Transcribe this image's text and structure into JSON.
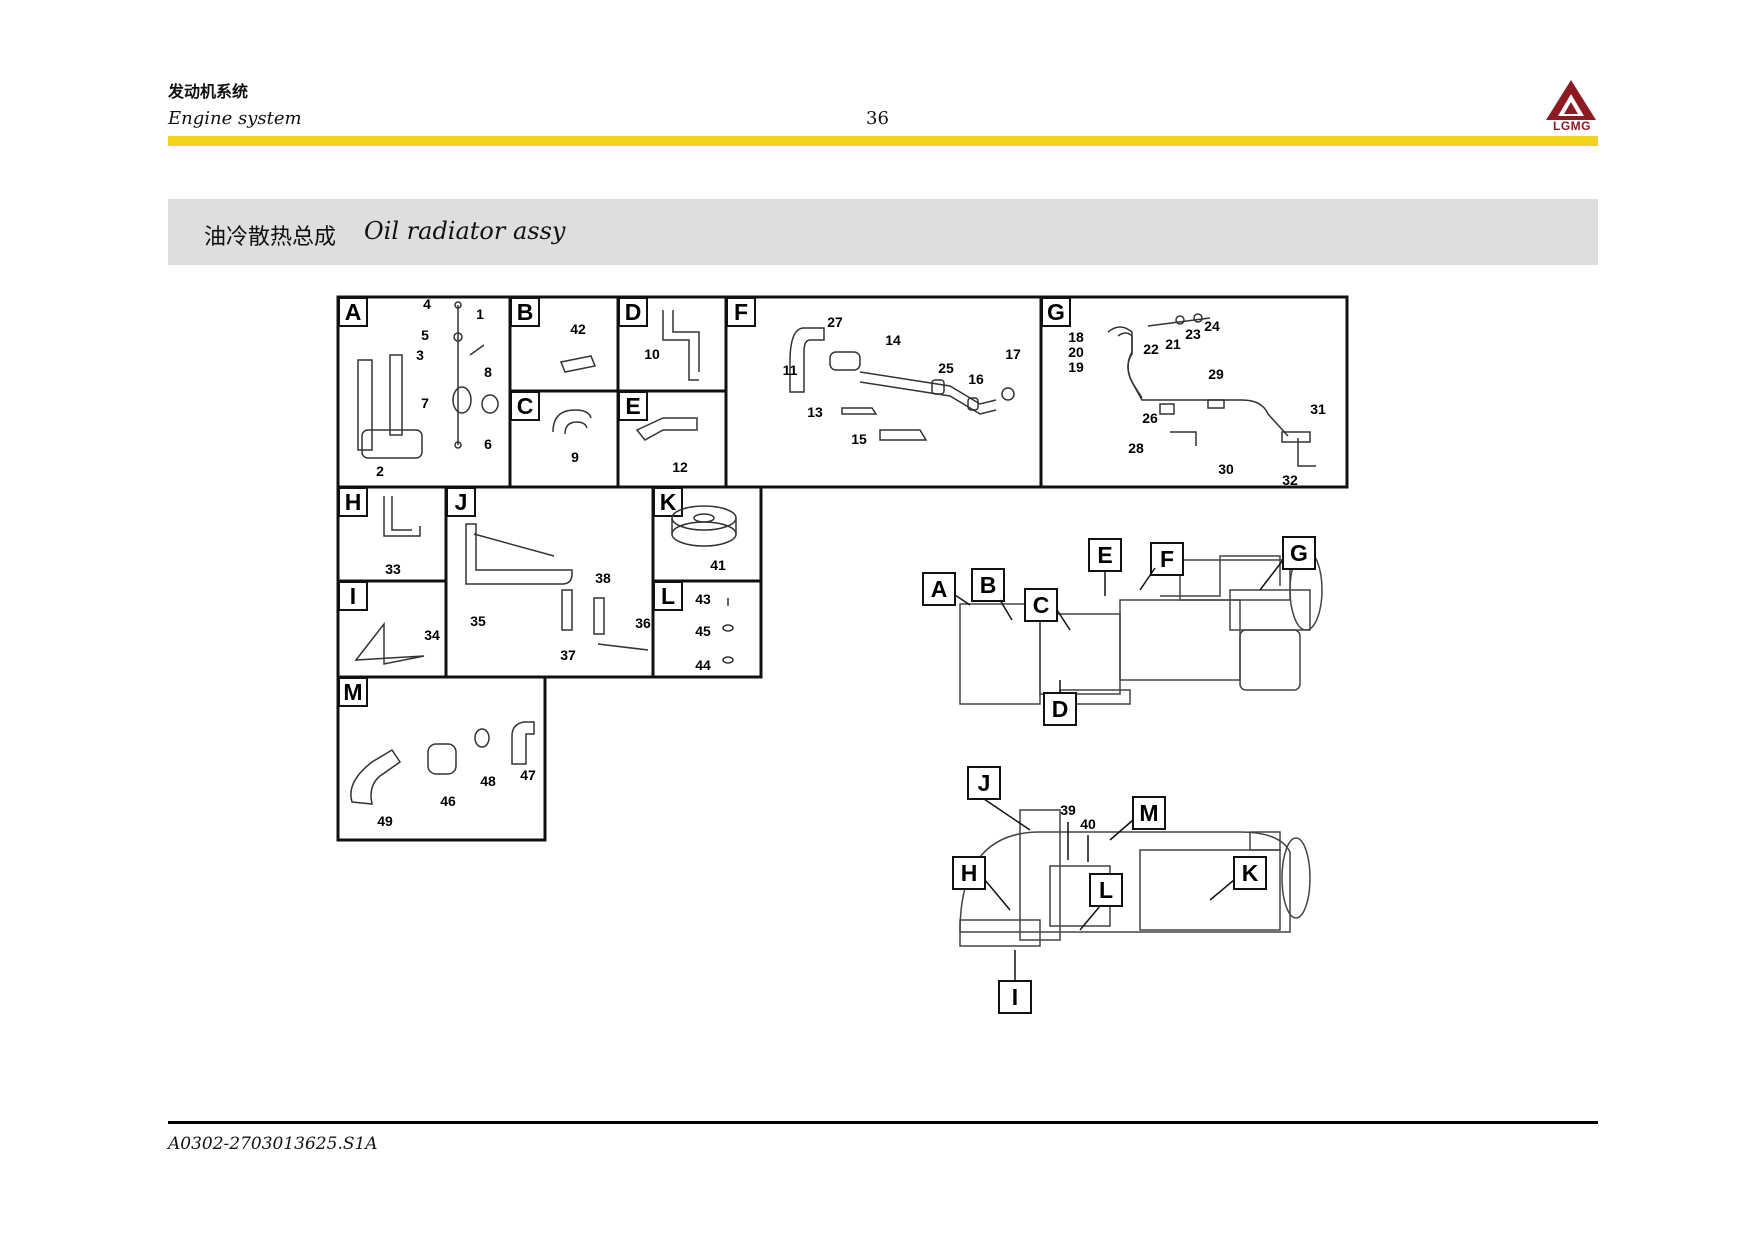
{
  "header": {
    "section_cn": "发动机系统",
    "section_en": "Engine system",
    "page_number": "36",
    "logo_text": "LGMG",
    "brand_color": "#f2d31b",
    "logo_color": "#8d1a22"
  },
  "title": {
    "cn": "油冷散热总成",
    "en": "Oil radiator assy"
  },
  "panels": {
    "A": {
      "label": "A",
      "parts": [
        "4",
        "1",
        "5",
        "3",
        "8",
        "7",
        "6",
        "2"
      ]
    },
    "B": {
      "label": "B",
      "parts": [
        "42"
      ]
    },
    "C": {
      "label": "C",
      "parts": [
        "9"
      ]
    },
    "D": {
      "label": "D",
      "parts": [
        "10"
      ]
    },
    "E": {
      "label": "E",
      "parts": [
        "12"
      ]
    },
    "F": {
      "label": "F",
      "parts": [
        "27",
        "14",
        "11",
        "25",
        "16",
        "17",
        "13",
        "15"
      ]
    },
    "G": {
      "label": "G",
      "parts": [
        "18",
        "20",
        "19",
        "22",
        "21",
        "23",
        "24",
        "29",
        "26",
        "28",
        "30",
        "31",
        "32"
      ]
    },
    "H": {
      "label": "H",
      "parts": [
        "33"
      ]
    },
    "I": {
      "label": "I",
      "parts": [
        "34"
      ]
    },
    "J": {
      "label": "J",
      "parts": [
        "35",
        "38",
        "37",
        "36"
      ]
    },
    "K": {
      "label": "K",
      "parts": [
        "41"
      ]
    },
    "L": {
      "label": "L",
      "parts": [
        "43",
        "45",
        "44"
      ]
    },
    "M": {
      "label": "M",
      "parts": [
        "46",
        "48",
        "47",
        "49"
      ]
    }
  },
  "overview_top": {
    "callouts": [
      "A",
      "B",
      "C",
      "D",
      "E",
      "F",
      "G"
    ]
  },
  "overview_bottom": {
    "callouts": [
      "J",
      "M",
      "H",
      "L",
      "K",
      "I"
    ],
    "parts": [
      "39",
      "40"
    ]
  },
  "footer": {
    "document_code": "A0302-2703013625.S1A"
  }
}
